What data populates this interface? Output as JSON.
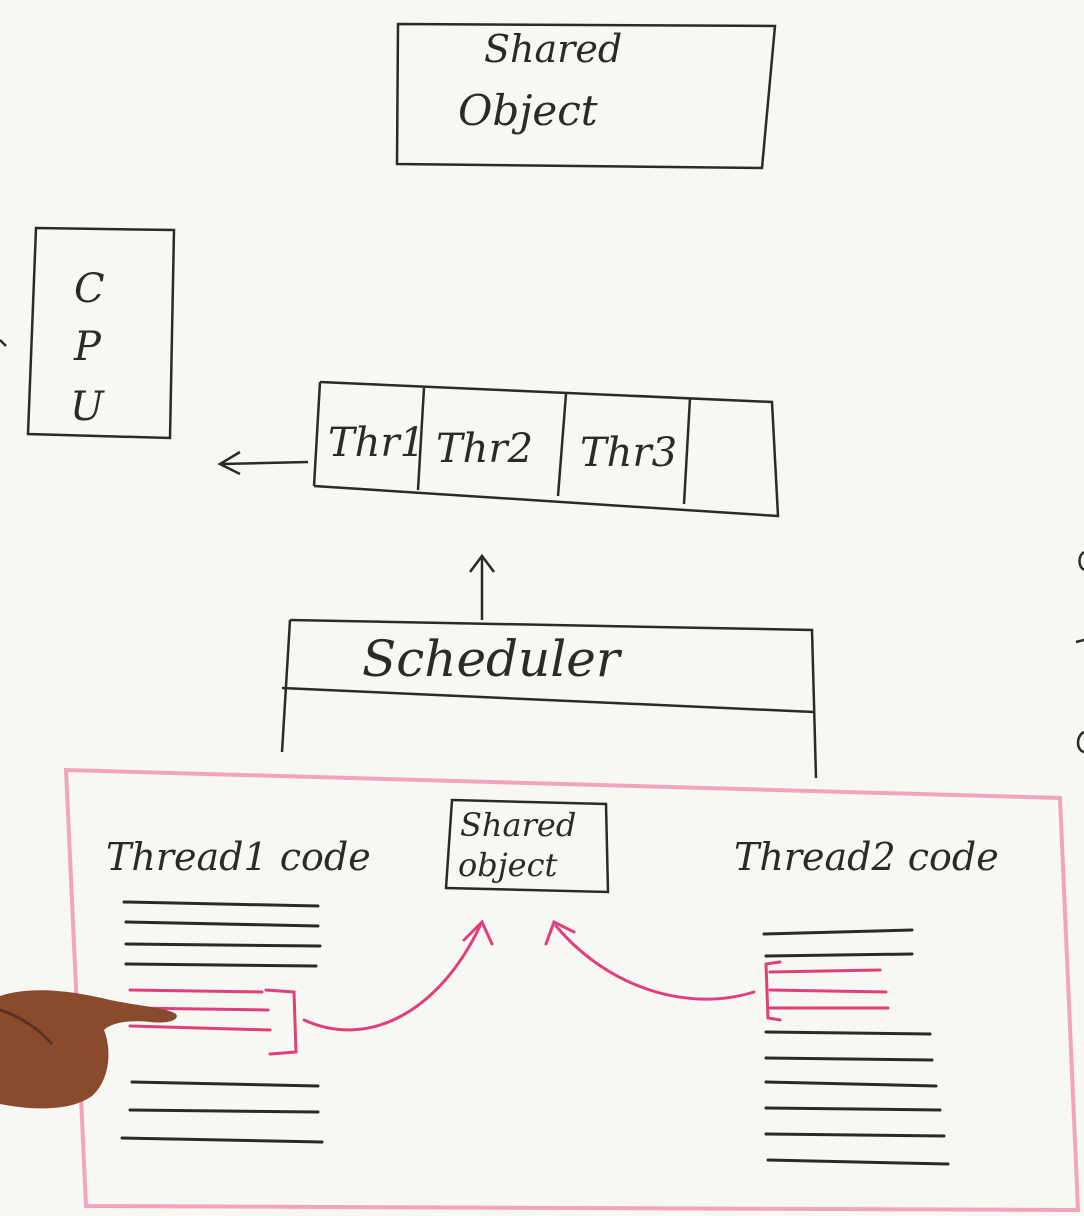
{
  "diagram": {
    "shared_object_top": {
      "line1": "Shared",
      "line2": "Object"
    },
    "cpu": {
      "letters": [
        "C",
        "P",
        "U"
      ]
    },
    "run_queue": {
      "slots": [
        "Thr1",
        "Thr2",
        "Thr3",
        ""
      ]
    },
    "scheduler": {
      "label": "Scheduler"
    },
    "code_panel": {
      "thread1_label": "Thread1 code",
      "shared_object": {
        "line1": "Shared",
        "line2": "object"
      },
      "thread2_label": "Thread2 code"
    },
    "colors": {
      "ink": "#2a2a2a",
      "highlight": "#e0407a",
      "panel_border": "#f2a4bf",
      "board": "#f7f7f4",
      "hand": "#8a4a2e"
    }
  }
}
